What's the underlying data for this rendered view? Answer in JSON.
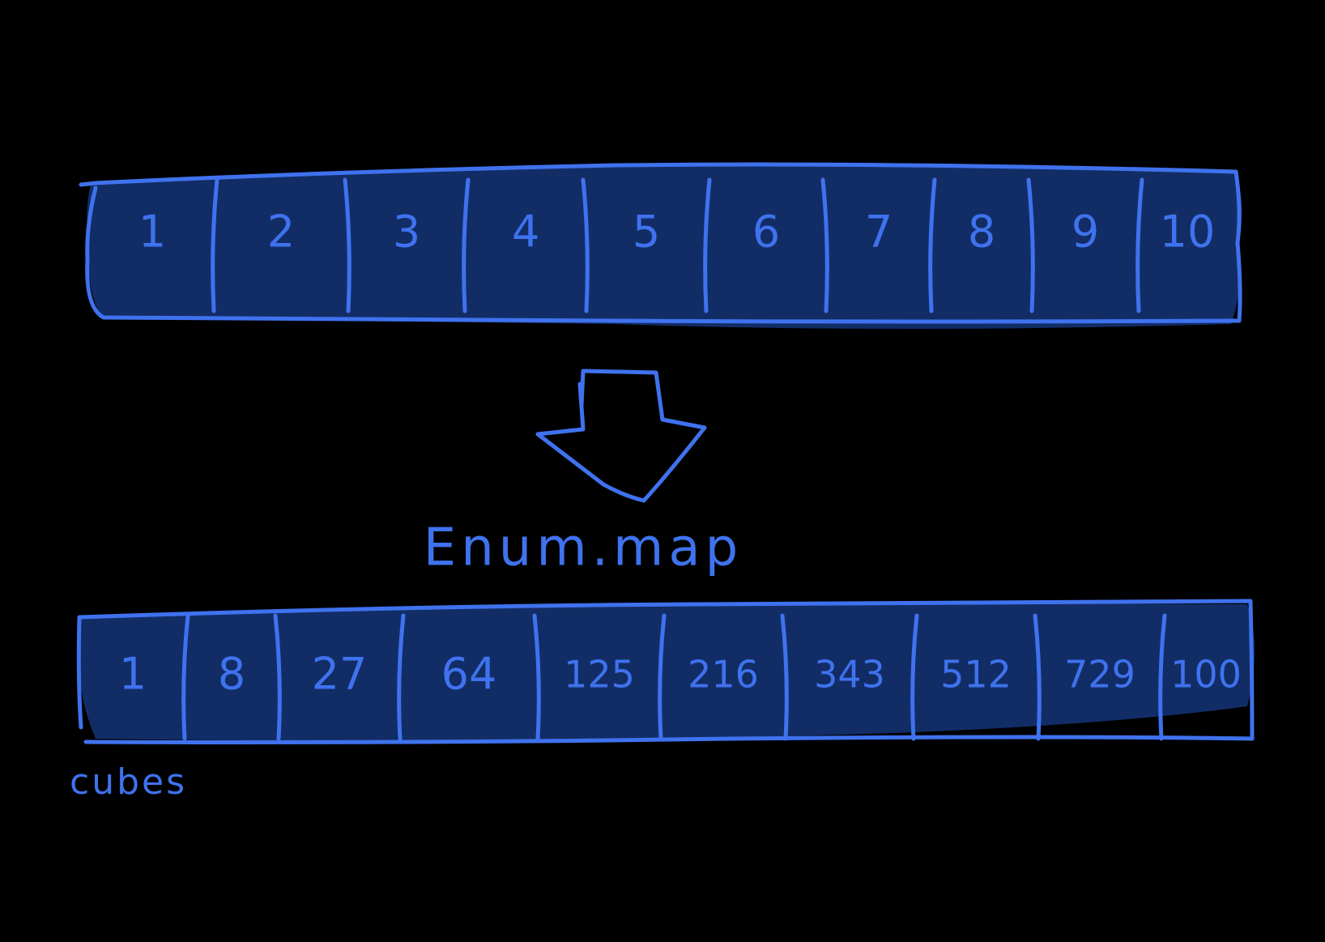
{
  "colors": {
    "background": "#000000",
    "stroke": "#3f72ee",
    "fill": "#122d66"
  },
  "input_list": {
    "values": [
      "1",
      "2",
      "3",
      "4",
      "5",
      "6",
      "7",
      "8",
      "9",
      "10"
    ]
  },
  "arrow": {
    "icon": "down-arrow-icon"
  },
  "operation": {
    "label": "Enum.map"
  },
  "output_list": {
    "values": [
      "1",
      "8",
      "27",
      "64",
      "125",
      "216",
      "343",
      "512",
      "729",
      "100"
    ],
    "caption": "cubes"
  }
}
